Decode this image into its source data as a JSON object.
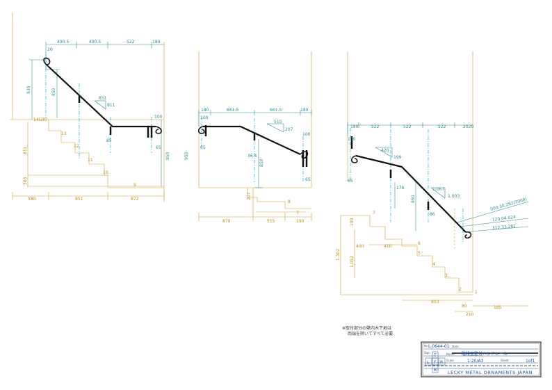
{
  "colors": {
    "teal": "#2a8a8a",
    "ochre": "#c9a227",
    "rail": "#111111",
    "cyan": "#00b5d8",
    "titleblock": "#1a4fa0"
  },
  "view1": {
    "top_dims": [
      "490.5",
      "490.5",
      "522",
      "180"
    ],
    "left_dims": [
      "930",
      "850"
    ],
    "left_note": "14(2R)",
    "riser_labels": [
      "13",
      "12",
      "11",
      "10",
      "9"
    ],
    "ochre_left": [
      "811",
      "303"
    ],
    "bottom_dims": [
      "580",
      "851",
      "872"
    ],
    "slope": [
      "851",
      "811"
    ],
    "small": [
      "20",
      "85",
      "100",
      "65",
      "950"
    ]
  },
  "view2": {
    "top_dims": [
      "180",
      "661.5",
      "661.5",
      "180"
    ],
    "left_dims": [
      "100",
      "65",
      "950"
    ],
    "slope": [
      "515",
      "207"
    ],
    "small": [
      "36.4",
      "850",
      "100",
      "65"
    ],
    "riser_labels": [
      "8",
      "7"
    ],
    "ochre_left": [
      "207"
    ],
    "bottom_dims": [
      "870",
      "515",
      "290"
    ]
  },
  "view3": {
    "top_dims": [
      "180",
      "522",
      "522",
      "522",
      "2020"
    ],
    "left_dims": [
      "100",
      "65"
    ],
    "slope": [
      "420",
      "199"
    ],
    "slope2": [
      "1.067",
      "1.003"
    ],
    "small": [
      "176",
      "850",
      "86"
    ],
    "leaders": [
      "000.30.282(3068)",
      "120.04.024",
      "312.33.282"
    ],
    "riser_labels": [
      "7",
      "6",
      "5",
      "4",
      "3",
      "2",
      "1"
    ],
    "ochre_left": [
      "1,302",
      "1,052",
      "199"
    ],
    "mid_dims": [
      "400",
      "410"
    ],
    "bottom_dims": [
      "803",
      "80",
      "185",
      "210"
    ]
  },
  "note": {
    "line1": "※取付部分の壁内木下地は",
    "line2": "両端を除いてすべて必要"
  },
  "titleblock": {
    "no_label": "No",
    "drawing_no": "L-0644-01",
    "date_label": "Date",
    "sign_label": "Sign",
    "name_label": "Name",
    "title": "階段室壁付ハンドレール",
    "scale_label": "Scale",
    "scale": "1:20/A3",
    "sheet_label": "Sheet",
    "sheet": "1of1",
    "company": "LECKY METAL ORNAMENTS JAPAN",
    "views": [
      "T",
      "L",
      "F",
      "R",
      "B"
    ]
  }
}
